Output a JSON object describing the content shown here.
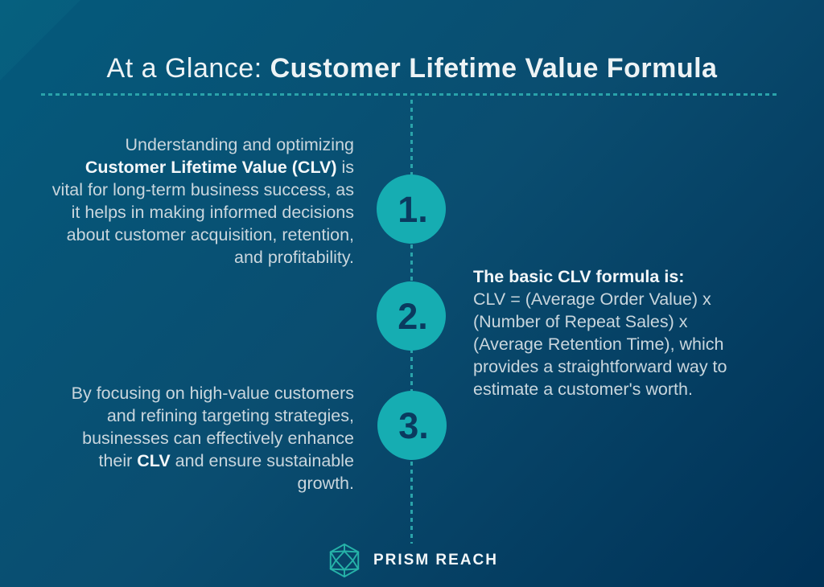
{
  "page": {
    "title_prefix": "At a Glance: ",
    "title_bold": "Customer Lifetime Value Formula"
  },
  "steps": [
    {
      "number": "1.",
      "segments": [
        {
          "text": "Understanding and optimizing ",
          "bold": false
        },
        {
          "text": "Customer Lifetime Value (CLV)",
          "bold": true
        },
        {
          "text": " is vital for long-term business success, as it helps in making informed decisions about customer acquisition, retention, and profitability.",
          "bold": false
        }
      ]
    },
    {
      "number": "2.",
      "segments": [
        {
          "text": "The basic CLV formula is:",
          "bold": true,
          "block": true
        },
        {
          "text": "CLV = (Average Order Value) x (Number of Repeat Sales) x (Average Retention Time), which provides a straightforward way to estimate a customer's worth.",
          "bold": false
        }
      ]
    },
    {
      "number": "3.",
      "segments": [
        {
          "text": "By focusing on high-value customers and refining targeting strategies, businesses can effectively enhance their ",
          "bold": false
        },
        {
          "text": "CLV",
          "bold": true
        },
        {
          "text": " and ensure sustainable growth.",
          "bold": false
        }
      ]
    }
  ],
  "footer": {
    "brand": "PRISM REACH",
    "logo_icon": "prism-polyhedron-icon"
  },
  "colors": {
    "bg_top_left": "#045a7c",
    "bg_mid": "#0a4d70",
    "bg_bottom_right": "#003156",
    "accent_teal": "#16adb2",
    "dotted_line": "#2aa3aa",
    "number_navy": "#0a3a5f",
    "body_text": "#c9d6dd",
    "bold_text": "#f3f7f9",
    "title_text": "#edf3f5",
    "logo_teal": "#26b2a8"
  }
}
